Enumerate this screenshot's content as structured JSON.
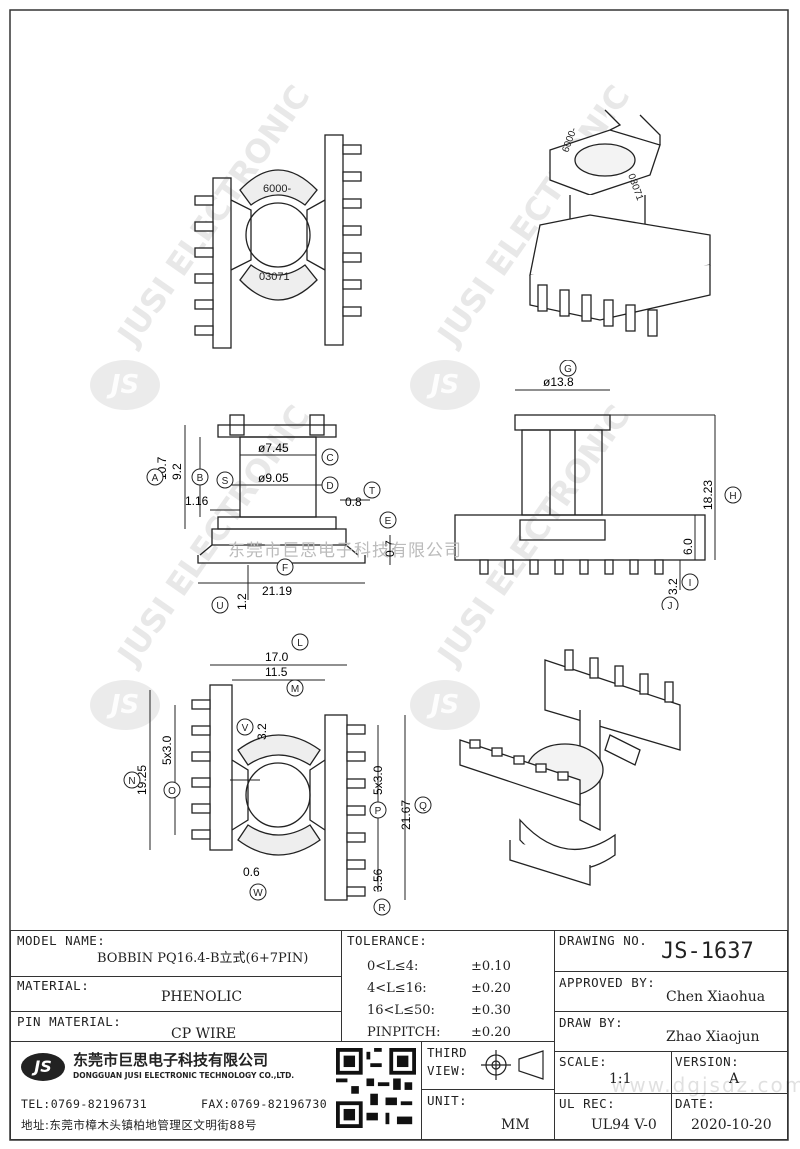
{
  "drawing": {
    "watermark": "JUSI ELECTRONIC",
    "watermark_logo": "JS",
    "center_watermark": "东莞市巨思电子科技有限公司",
    "top_view": {
      "marking_1": "6000-",
      "marking_2": "03071"
    },
    "iso_top": {
      "marking_1": "6000-",
      "marking_2": "03071"
    },
    "front_view": {
      "dims": {
        "A": "10.7",
        "B": "9.2",
        "S": "1.16",
        "C": "ø7.45",
        "D": "ø9.05",
        "T": "0.8",
        "E": "0.7",
        "U": "1.2",
        "F": "21.19"
      },
      "labels": [
        "A",
        "B",
        "S",
        "C",
        "D",
        "T",
        "E",
        "U",
        "F"
      ]
    },
    "side_view": {
      "dims": {
        "G": "ø13.8",
        "H": "18.23",
        "I": "6.0",
        "J": "3.2"
      },
      "labels": [
        "G",
        "H",
        "I",
        "J"
      ]
    },
    "bottom_view": {
      "dims": {
        "L": "17.0",
        "M": "11.5",
        "V": "3.2",
        "N": "19.25",
        "O": "5x3.0",
        "P": "5x3.0",
        "Q": "21.67",
        "R": "3.56",
        "W": "0.6"
      },
      "labels": [
        "L",
        "M",
        "V",
        "N",
        "O",
        "P",
        "Q",
        "R",
        "W"
      ]
    }
  },
  "title_block": {
    "model_name_label": "MODEL NAME:",
    "model_name": "BOBBIN PQ16.4-B立式(6+7PIN)",
    "tolerance_label": "TOLERANCE:",
    "tolerance_rows": [
      {
        "range": "0<L≤4:",
        "value": "±0.10"
      },
      {
        "range": "4<L≤16:",
        "value": "±0.20"
      },
      {
        "range": "16<L≤50:",
        "value": "±0.30"
      },
      {
        "range": "PINPITCH:",
        "value": "±0.20"
      }
    ],
    "drawing_no_label": "DRAWING NO.",
    "drawing_no": "JS-1637",
    "material_label": "MATERIAL:",
    "material": "PHENOLIC",
    "approved_by_label": "APPROVED BY:",
    "approved_by": "Chen Xiaohua",
    "pin_material_label": "PIN MATERIAL:",
    "pin_material": "CP WIRE",
    "draw_by_label": "DRAW BY:",
    "draw_by": "Zhao Xiaojun",
    "company_logo": "JS",
    "company_cn": "东莞市巨思电子科技有限公司",
    "company_en": "DONGGUAN JUSI ELECTRONIC TECHNOLOGY CO.,LTD.",
    "tel": "TEL:0769-82196731",
    "fax": "FAX:0769-82196730",
    "address": "地址:东莞市樟木头镇柏地管理区文明街88号",
    "third_view_label_1": "THIRD",
    "third_view_label_2": "VIEW:",
    "unit_label": "UNIT:",
    "unit": "MM",
    "scale_label": "SCALE:",
    "scale": "1:1",
    "version_label": "VERSION:",
    "version": "A",
    "ul_rec_label": "UL REC:",
    "ul_rec": "UL94 V-0",
    "date_label": "DATE:",
    "date": "2020-10-20",
    "website": "www.dgjsdz.com"
  }
}
